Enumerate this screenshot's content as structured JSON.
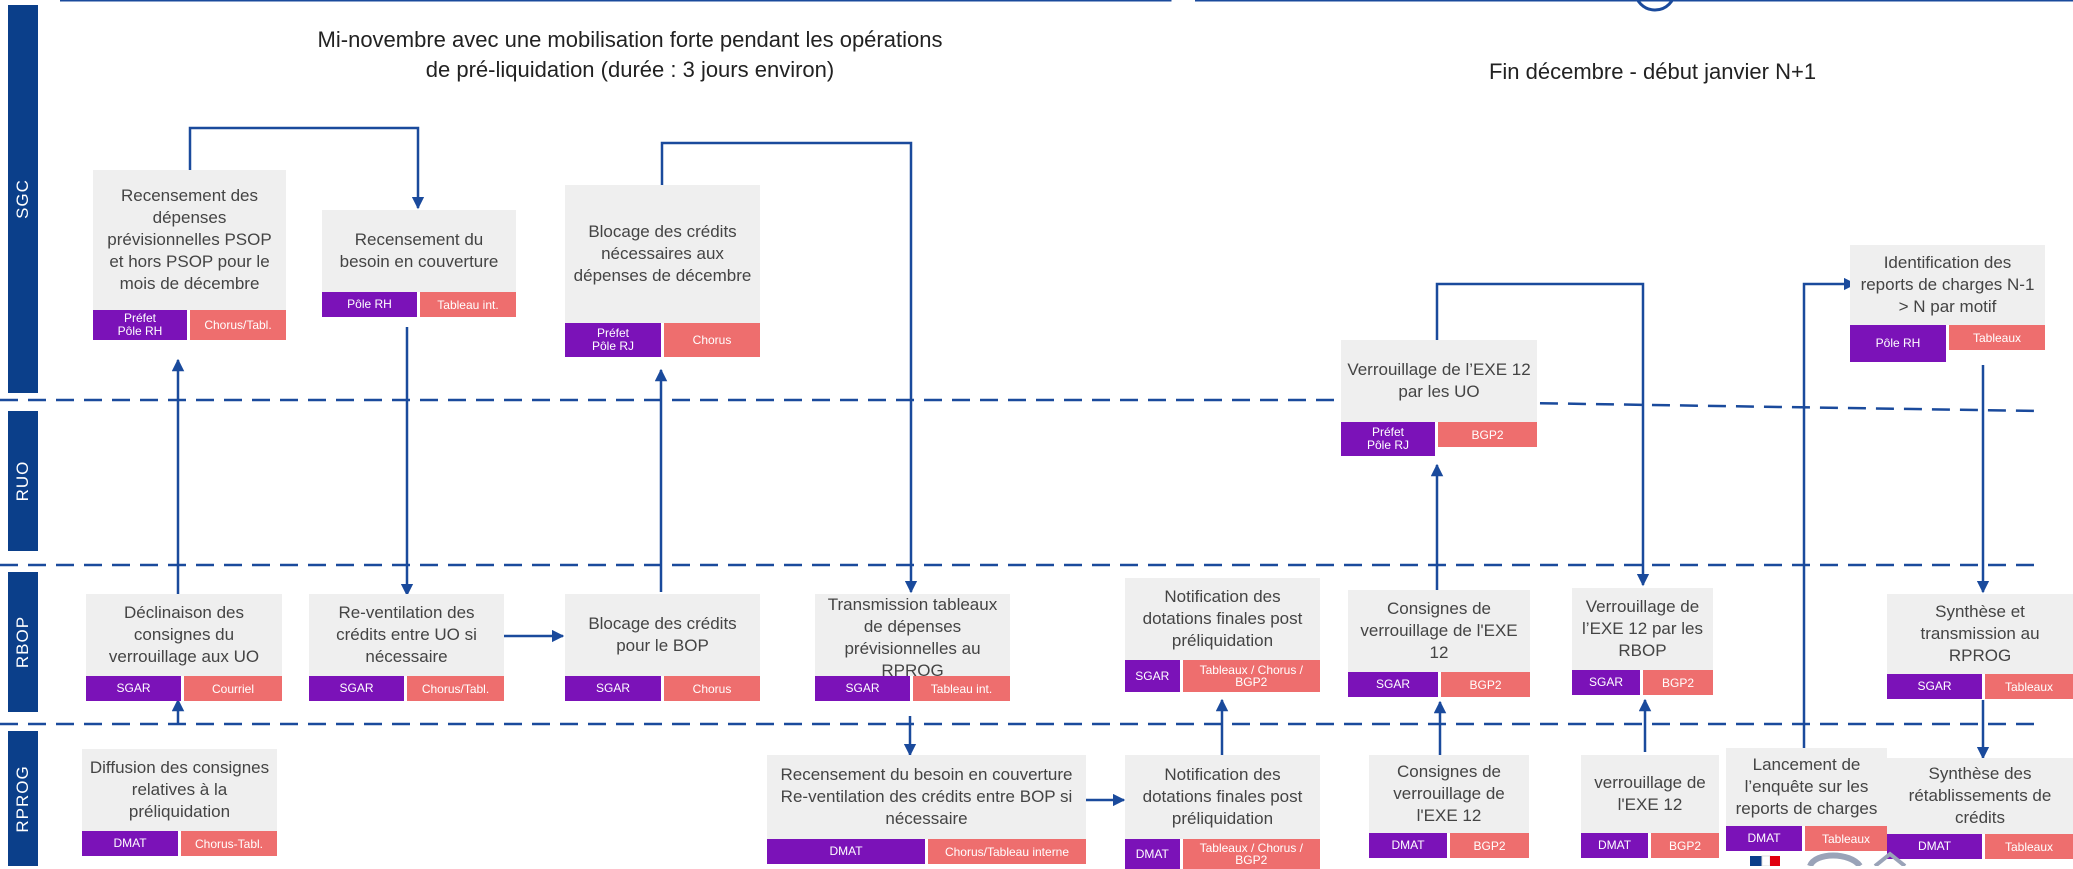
{
  "headers": {
    "left_line1": "Mi-novembre avec une mobilisation forte pendant les opérations",
    "left_line2": "de pré-liquidation (durée : 3 jours environ)",
    "right": "Fin décembre  - début janvier N+1"
  },
  "lanes": [
    "SGC",
    "RUO",
    "RBOP",
    "RPROG"
  ],
  "colors": {
    "lane": "#0b3f8a",
    "actor_tag": "#7b12b8",
    "tool_tag": "#ee6e6e",
    "card": "#efefef",
    "connector": "#1a4a9c"
  },
  "cards": {
    "c1": {
      "text": "Recensement des dépenses prévisionnelles PSOP et hors PSOP pour le mois de décembre",
      "actor": "Préfet\nPôle RH",
      "tool": "Chorus/Tabl."
    },
    "c2": {
      "text": "Recensement du besoin en couverture",
      "actor": "Pôle RH",
      "tool": "Tableau int."
    },
    "c3": {
      "text": "Blocage des crédits nécessaires aux dépenses de décembre",
      "actor": "Préfet\nPôle RJ",
      "tool": "Chorus"
    },
    "c4": {
      "text": "Verrouillage de l’EXE 12 par les UO",
      "actor": "Préfet\nPôle RJ",
      "tool": "BGP2"
    },
    "c5": {
      "text": "Identification des reports de charges N-1 > N par motif",
      "actor": "Pôle RH",
      "tool": "Tableaux"
    },
    "c6": {
      "text": "Déclinaison des consignes du verrouillage aux UO",
      "actor": "SGAR",
      "tool": "Courriel"
    },
    "c7": {
      "text": "Re-ventilation des crédits entre UO si nécessaire",
      "actor": "SGAR",
      "tool": "Chorus/Tabl."
    },
    "c8": {
      "text": "Blocage des crédits pour le BOP",
      "actor": "SGAR",
      "tool": "Chorus"
    },
    "c9": {
      "text": "Transmission tableaux de dépenses prévisionnelles au RPROG",
      "actor": "SGAR",
      "tool": "Tableau int."
    },
    "c10": {
      "text": "Notification des dotations finales post préliquidation",
      "actor": "SGAR",
      "tool": "Tableaux / Chorus / BGP2"
    },
    "c11": {
      "text": "Consignes de verrouillage de l'EXE 12",
      "actor": "SGAR",
      "tool": "BGP2"
    },
    "c12": {
      "text": "Verrouillage de l’EXE 12 par les RBOP",
      "actor": "SGAR",
      "tool": "BGP2"
    },
    "c13": {
      "text": "Synthèse et transmission au RPROG",
      "actor": "SGAR",
      "tool": "Tableaux"
    },
    "c14": {
      "text": "Diffusion des consignes relatives à la préliquidation",
      "actor": "DMAT",
      "tool": "Chorus-Tabl."
    },
    "c15": {
      "text": "Recensement du besoin en couverture Re-ventilation des crédits entre BOP si nécessaire",
      "actor": "DMAT",
      "tool": "Chorus/Tableau interne"
    },
    "c16": {
      "text": "Notification des dotations finales post préliquidation",
      "actor": "DMAT",
      "tool": "Tableaux / Chorus / BGP2"
    },
    "c17": {
      "text": "Consignes de verrouillage de l'EXE 12",
      "actor": "DMAT",
      "tool": "BGP2"
    },
    "c18": {
      "text": "verrouillage de l'EXE 12",
      "actor": "DMAT",
      "tool": "BGP2"
    },
    "c19": {
      "text": "Lancement de l’enquête sur les reports de charges",
      "actor": "DMAT",
      "tool": "Tableaux"
    },
    "c20": {
      "text": "Synthèse des rétablissements de crédits",
      "actor": "DMAT",
      "tool": "Tableaux"
    }
  }
}
